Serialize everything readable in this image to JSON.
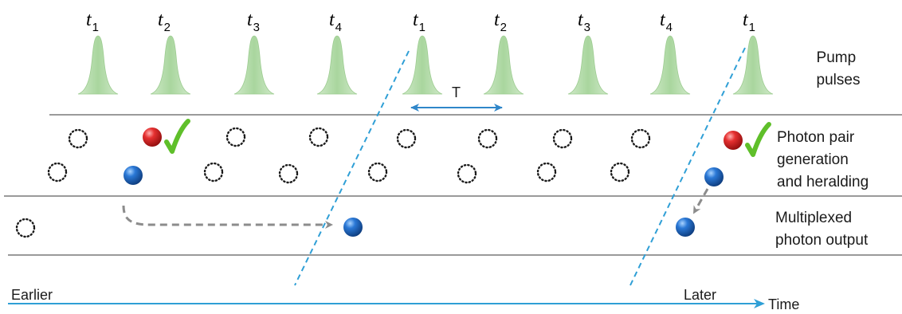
{
  "pulse_labels": [
    {
      "base": "t",
      "sub": "1"
    },
    {
      "base": "t",
      "sub": "2"
    },
    {
      "base": "t",
      "sub": "3"
    },
    {
      "base": "t",
      "sub": "4"
    },
    {
      "base": "t",
      "sub": "1"
    },
    {
      "base": "t",
      "sub": "2"
    },
    {
      "base": "t",
      "sub": "3"
    },
    {
      "base": "t",
      "sub": "4"
    },
    {
      "base": "t",
      "sub": "1"
    }
  ],
  "period_label": "T",
  "row_labels": {
    "pump": [
      "Pump",
      "pulses"
    ],
    "generation": [
      "Photon pair",
      "generation",
      "and heralding"
    ],
    "output": [
      "Multiplexed",
      "photon output"
    ]
  },
  "time_axis": {
    "earlier": "Earlier",
    "later": "Later",
    "time": "Time"
  },
  "colors": {
    "pulse_fill": "#b7ddb0",
    "divider": "#9a9a9a",
    "period_arrow": "#2f86c9",
    "frame_boundary": "#2f9fd6",
    "time_axis": "#2f9fd6",
    "idler_photon": "#d11f1f",
    "signal_photon": "#1c5fb5",
    "checkmark": "#5fbf2a",
    "route_arrow": "#8c8c8c"
  }
}
